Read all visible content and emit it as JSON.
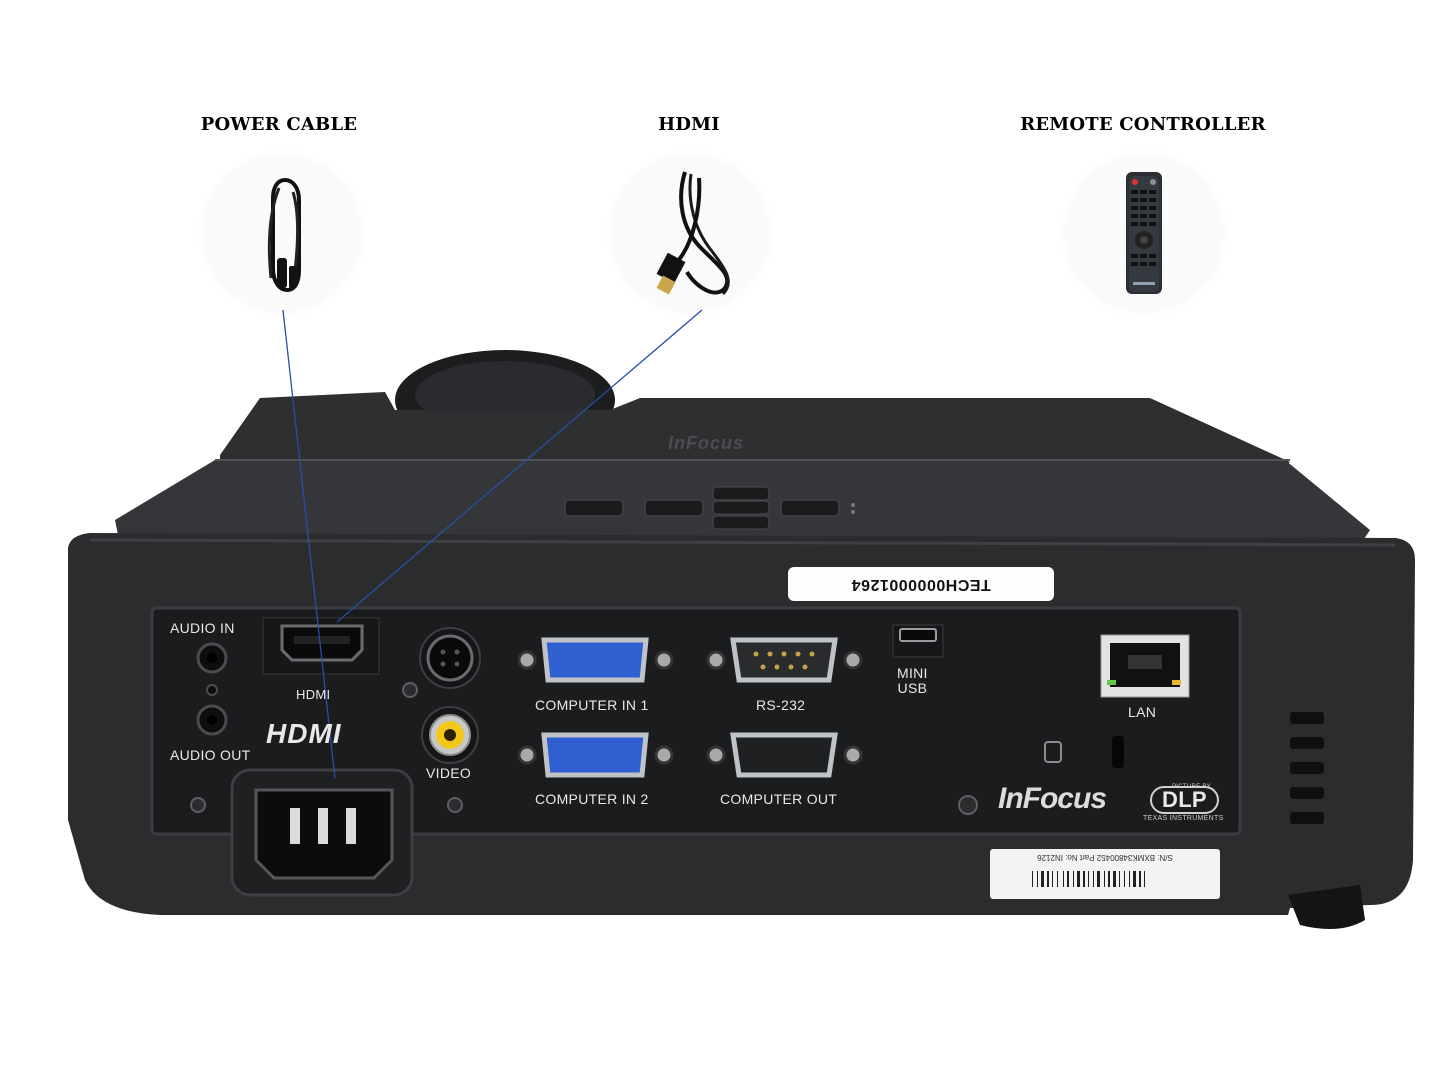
{
  "accessories": {
    "power_cable": "POWER CABLE",
    "hdmi": "HDMI",
    "remote_controller": "REMOTE CONTROLLER"
  },
  "ports": {
    "audio_in": "AUDIO IN",
    "audio_out": "AUDIO OUT",
    "hdmi": "HDMI",
    "hdmi_logo": "HDMI",
    "video": "VIDEO",
    "computer_in_1": "COMPUTER IN 1",
    "computer_in_2": "COMPUTER IN 2",
    "rs232": "RS-232",
    "computer_out": "COMPUTER OUT",
    "mini_usb": "MINI\nUSB",
    "lan": "LAN"
  },
  "labels": {
    "asset_tag": "TECH0000001264",
    "brand": "InFocus",
    "top_brand": "InFocus",
    "dlp": "DLP",
    "dlp_small": "PICTURE BY",
    "texas": "TEXAS INSTRUMENTS",
    "serial": "S/N: BXMK34800452  Part No: IN2126"
  },
  "colors": {
    "body": "#2b2c2e",
    "panel": "#1b1c1e",
    "vga_blue": "#2f5fd0",
    "rca_yellow": "#f2c81a",
    "leader_line": "#2a4da8"
  }
}
